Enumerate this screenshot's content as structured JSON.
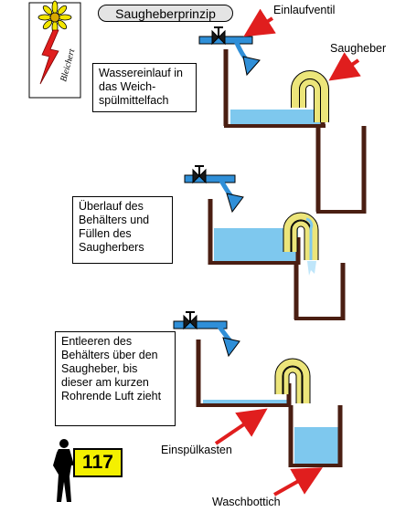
{
  "title": "Saugheberprinzip",
  "labels": {
    "inlet_valve": "Einlaufventil",
    "siphon": "Saugheber",
    "flush_box": "Einspülkasten",
    "wash_tub": "Waschbottich"
  },
  "steps": [
    {
      "text": "Wassereinlauf in das Weich-spülmittelfach"
    },
    {
      "text": "Überlauf des Behälters und Füllen des Saugherbers"
    },
    {
      "text": "Entleeren des Behälters über den Saugheber, bis dieser am kurzen Rohrende Luft zieht"
    }
  ],
  "badge_number": "117",
  "logo_signature": "Bleichert",
  "colors": {
    "water": "#7ec8ee",
    "wall": "#4a1e12",
    "arrow_blue": "#2f8fd8",
    "arrow_red": "#e01e1e",
    "siphon_yellow": "#ece57a",
    "badge": "#f4f000"
  }
}
